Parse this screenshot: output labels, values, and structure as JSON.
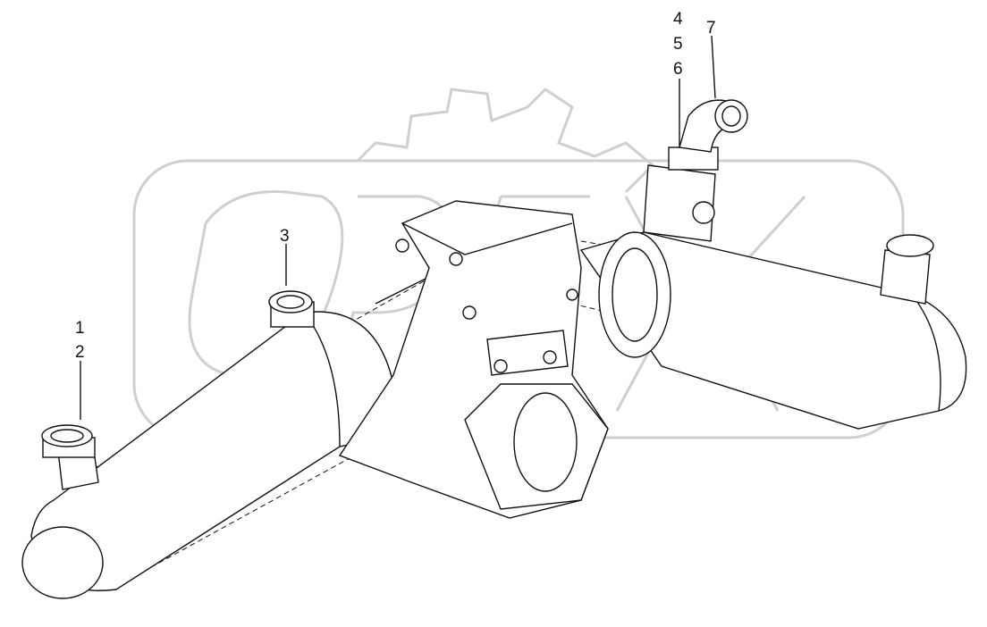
{
  "diagram": {
    "watermark_text": "OPEX",
    "watermark_color": "#cfcfcf",
    "line_color": "#111111",
    "callouts": [
      {
        "id": "1",
        "text": "1"
      },
      {
        "id": "2",
        "text": "2"
      },
      {
        "id": "3",
        "text": "3"
      },
      {
        "id": "4",
        "text": "4"
      },
      {
        "id": "5",
        "text": "5"
      },
      {
        "id": "6",
        "text": "6"
      },
      {
        "id": "7",
        "text": "7"
      }
    ]
  }
}
